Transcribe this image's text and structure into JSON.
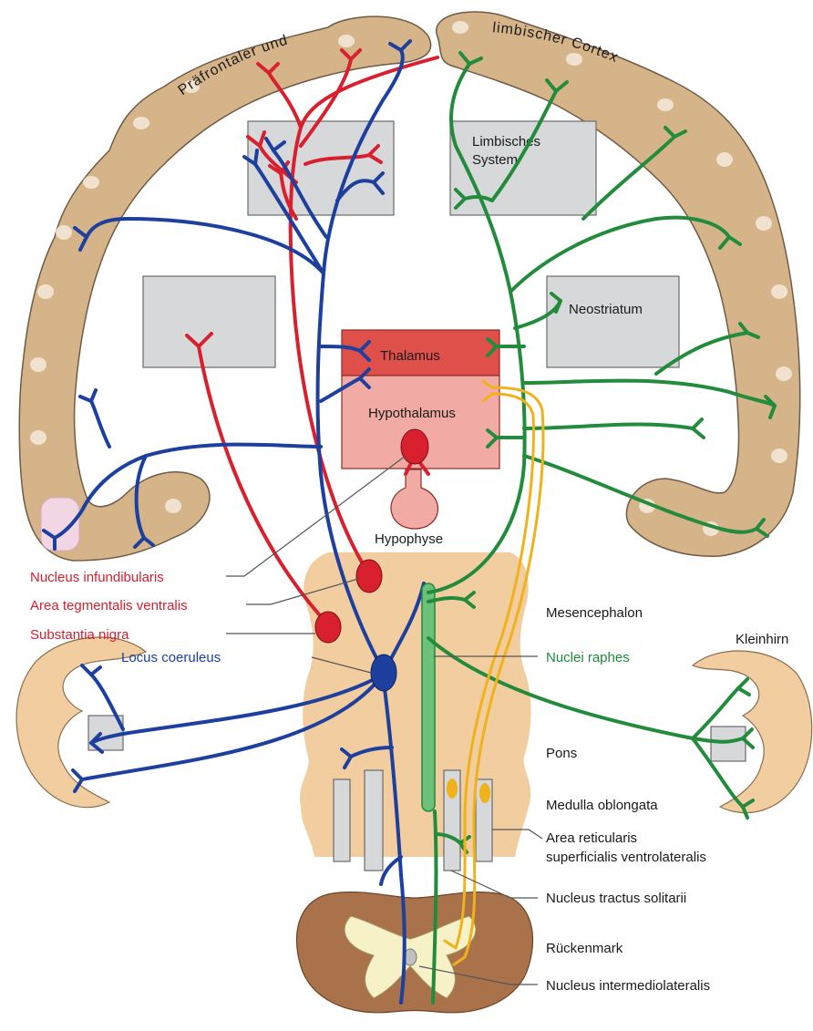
{
  "cortex_label": {
    "left": "Präfrontaler und",
    "right": "limbischer Cortex"
  },
  "regions": {
    "limbic_system": "Limbisches\nSystem",
    "limbic_system_line1": "Limbisches",
    "limbic_system_line2": "System",
    "neostriatum": "Neostriatum",
    "thalamus": "Thalamus",
    "hypothalamus": "Hypothalamus",
    "hypophyse": "Hypophyse",
    "kleinhirn": "Kleinhirn"
  },
  "nuclei_left": {
    "infundibularis": "Nucleus infundibularis",
    "tegmentalis": "Area tegmentalis ventralis",
    "nigra": "Substantia nigra",
    "coeruleus": "Locus coeruleus"
  },
  "nuclei_right": {
    "mesencephalon": "Mesencephalon",
    "raphes": "Nuclei raphes",
    "pons": "Pons",
    "medulla": "Medulla oblongata",
    "area_reticularis_1": "Area reticularis",
    "area_reticularis_2": "superficialis ventrolateralis",
    "tractus_solitarii": "Nucleus tractus solitarii",
    "rueckenmark": "Rückenmark",
    "intermediolateralis": "Nucleus intermediolateralis"
  },
  "colors": {
    "dopamine": "#d8202e",
    "noradrenaline": "#1d3f9e",
    "serotonin": "#238b3c",
    "adrenaline": "#f0b21b",
    "cortex": "#d6b48a",
    "brainstem": "#f2cd9f"
  }
}
